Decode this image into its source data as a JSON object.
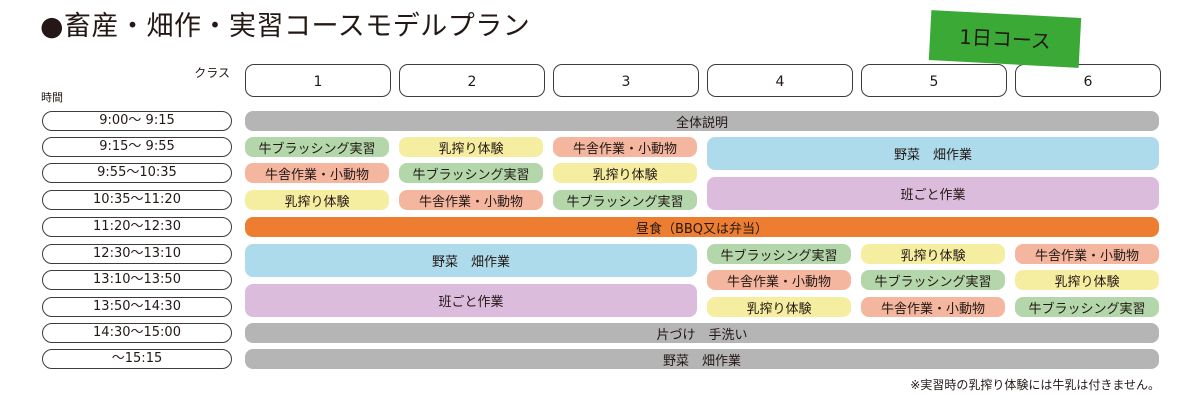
{
  "title": "●畜産・畑作・実習コースモデルプラン",
  "badge": "1日コース",
  "class_label": "クラス",
  "time_label": "時間",
  "classes": [
    "1",
    "2",
    "3",
    "4",
    "5",
    "6"
  ],
  "times": [
    "9:00～ 9:15",
    "9:15～ 9:55",
    "9:55～10:35",
    "10:35～11:20",
    "11:20～12:30",
    "12:30～13:10",
    "13:10～13:50",
    "13:50～14:30",
    "14:30～15:00",
    "～15:15"
  ],
  "activities": {
    "orientation": "全体説明",
    "brushing": "牛ブラッシング実習",
    "milking": "乳搾り体験",
    "barn": "牛舎作業・小動物",
    "vegetable_field": "野菜　畑作業",
    "group_work": "班ごと作業",
    "lunch": "昼食（BBQ又は弁当）",
    "cleanup": "片づけ　手洗い",
    "vegetable_field_end": "野菜　畑作業"
  },
  "note": "※実習時の乳搾り体験には牛乳は付きません。",
  "colors": {
    "gray": "#b5b5b6",
    "orange": "#ed7d31",
    "blue": "#addbeb",
    "purple": "#dcbcdd",
    "green": "#b3d7aa",
    "yellow": "#f5eda0",
    "salmon": "#f4b69f",
    "badge_green": "#3aa935"
  }
}
